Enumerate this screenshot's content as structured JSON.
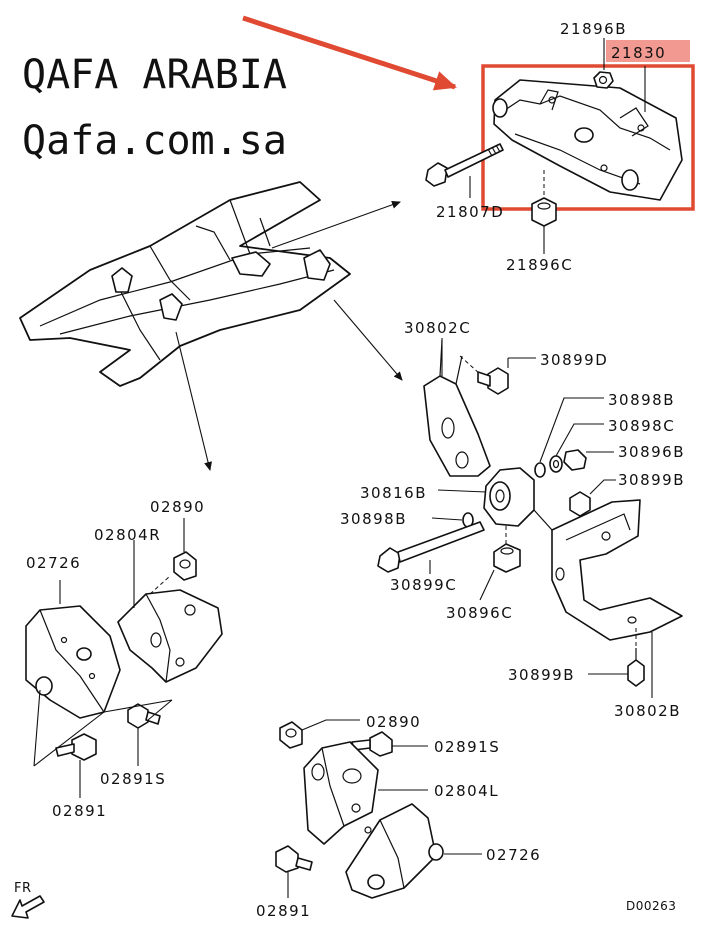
{
  "brand": {
    "line1": "QAFA ARABIA",
    "line2": "Qafa.com.sa"
  },
  "colors": {
    "highlight_box": "#e04a33",
    "highlight_label_bg": "#f29a92",
    "arrow": "#e04a33",
    "ink": "#111111"
  },
  "labels": {
    "p21896b": "21896B",
    "p21830": "21830",
    "p21807d": "21807D",
    "p21896c": "21896C",
    "p30802c": "30802C",
    "p30899d": "30899D",
    "p30898b_a": "30898B",
    "p30898c": "30898C",
    "p30896b": "30896B",
    "p30899b_a": "30899B",
    "p30816b": "30816B",
    "p30898b_b": "30898B",
    "p30899c": "30899C",
    "p30896c": "30896C",
    "p30899b_b": "30899B",
    "p30802b": "30802B",
    "p02890_a": "02890",
    "p02804r": "02804R",
    "p02726_a": "02726",
    "p02891s_a": "02891S",
    "p02891_a": "02891",
    "p02890_b": "02890",
    "p02891s_b": "02891S",
    "p02804l": "02804L",
    "p02726_b": "02726",
    "p02891_b": "02891",
    "fr": "FR",
    "diagram_code": "D00263"
  },
  "icons": {
    "front_direction": "front-arrow-icon"
  }
}
